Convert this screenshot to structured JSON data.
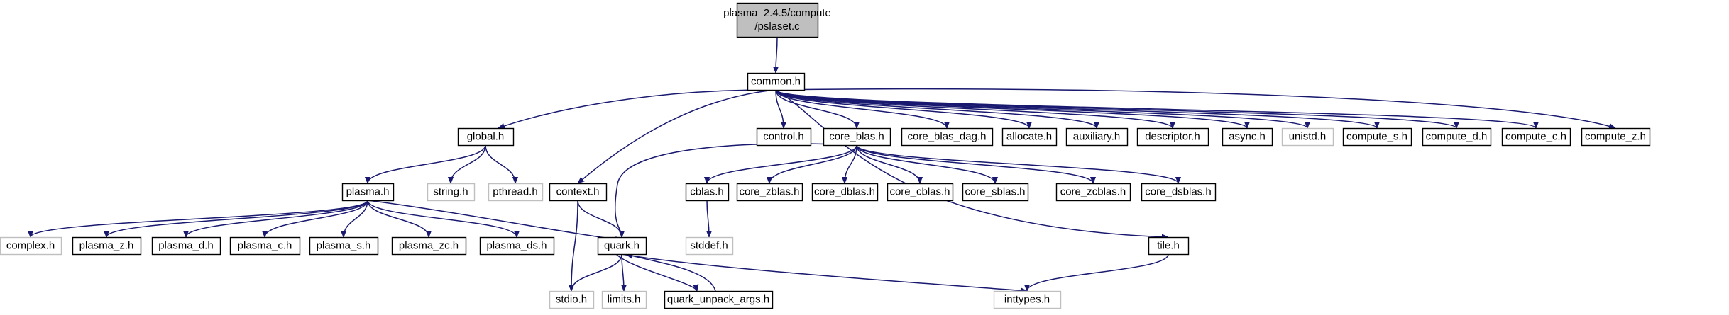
{
  "colors": {
    "edge": "#191970",
    "root_fill": "#bfbfbf",
    "node_border": "#000000",
    "missing_border": "#bfbfbf"
  },
  "nodes": [
    {
      "id": "root",
      "lines": [
        "plasma_2.4.5/compute",
        "/pslaset.c"
      ],
      "kind": "root"
    },
    {
      "id": "common",
      "lines": [
        "common.h"
      ],
      "kind": "normal"
    },
    {
      "id": "global",
      "lines": [
        "global.h"
      ],
      "kind": "normal"
    },
    {
      "id": "control",
      "lines": [
        "control.h"
      ],
      "kind": "normal"
    },
    {
      "id": "core_blas",
      "lines": [
        "core_blas.h"
      ],
      "kind": "normal"
    },
    {
      "id": "core_blas_dag",
      "lines": [
        "core_blas_dag.h"
      ],
      "kind": "normal"
    },
    {
      "id": "allocate",
      "lines": [
        "allocate.h"
      ],
      "kind": "normal"
    },
    {
      "id": "auxiliary",
      "lines": [
        "auxiliary.h"
      ],
      "kind": "normal"
    },
    {
      "id": "descriptor",
      "lines": [
        "descriptor.h"
      ],
      "kind": "normal"
    },
    {
      "id": "async",
      "lines": [
        "async.h"
      ],
      "kind": "normal"
    },
    {
      "id": "unistd",
      "lines": [
        "unistd.h"
      ],
      "kind": "missing"
    },
    {
      "id": "compute_s",
      "lines": [
        "compute_s.h"
      ],
      "kind": "normal"
    },
    {
      "id": "compute_d",
      "lines": [
        "compute_d.h"
      ],
      "kind": "normal"
    },
    {
      "id": "compute_c",
      "lines": [
        "compute_c.h"
      ],
      "kind": "normal"
    },
    {
      "id": "compute_z",
      "lines": [
        "compute_z.h"
      ],
      "kind": "normal"
    },
    {
      "id": "plasma",
      "lines": [
        "plasma.h"
      ],
      "kind": "normal"
    },
    {
      "id": "string",
      "lines": [
        "string.h"
      ],
      "kind": "missing"
    },
    {
      "id": "pthread",
      "lines": [
        "pthread.h"
      ],
      "kind": "missing"
    },
    {
      "id": "context",
      "lines": [
        "context.h"
      ],
      "kind": "normal"
    },
    {
      "id": "cblas",
      "lines": [
        "cblas.h"
      ],
      "kind": "normal"
    },
    {
      "id": "core_zblas",
      "lines": [
        "core_zblas.h"
      ],
      "kind": "normal"
    },
    {
      "id": "core_dblas",
      "lines": [
        "core_dblas.h"
      ],
      "kind": "normal"
    },
    {
      "id": "core_cblas",
      "lines": [
        "core_cblas.h"
      ],
      "kind": "normal"
    },
    {
      "id": "core_sblas",
      "lines": [
        "core_sblas.h"
      ],
      "kind": "normal"
    },
    {
      "id": "core_zcblas",
      "lines": [
        "core_zcblas.h"
      ],
      "kind": "normal"
    },
    {
      "id": "core_dsblas",
      "lines": [
        "core_dsblas.h"
      ],
      "kind": "normal"
    },
    {
      "id": "stddef",
      "lines": [
        "stddef.h"
      ],
      "kind": "missing"
    },
    {
      "id": "complex",
      "lines": [
        "complex.h"
      ],
      "kind": "missing"
    },
    {
      "id": "plasma_z",
      "lines": [
        "plasma_z.h"
      ],
      "kind": "normal"
    },
    {
      "id": "plasma_d",
      "lines": [
        "plasma_d.h"
      ],
      "kind": "normal"
    },
    {
      "id": "plasma_c",
      "lines": [
        "plasma_c.h"
      ],
      "kind": "normal"
    },
    {
      "id": "plasma_s",
      "lines": [
        "plasma_s.h"
      ],
      "kind": "normal"
    },
    {
      "id": "plasma_zc",
      "lines": [
        "plasma_zc.h"
      ],
      "kind": "normal"
    },
    {
      "id": "plasma_ds",
      "lines": [
        "plasma_ds.h"
      ],
      "kind": "normal"
    },
    {
      "id": "quark",
      "lines": [
        "quark.h"
      ],
      "kind": "normal"
    },
    {
      "id": "tile",
      "lines": [
        "tile.h"
      ],
      "kind": "normal"
    },
    {
      "id": "stdio",
      "lines": [
        "stdio.h"
      ],
      "kind": "missing"
    },
    {
      "id": "limits",
      "lines": [
        "limits.h"
      ],
      "kind": "missing"
    },
    {
      "id": "quark_unpack_args",
      "lines": [
        "quark_unpack_args.h"
      ],
      "kind": "normal"
    },
    {
      "id": "inttypes",
      "lines": [
        "inttypes.h"
      ],
      "kind": "missing"
    }
  ],
  "edges": [
    {
      "from": "root",
      "to": "common"
    },
    {
      "from": "common",
      "to": "global"
    },
    {
      "from": "common",
      "to": "control"
    },
    {
      "from": "common",
      "to": "core_blas"
    },
    {
      "from": "common",
      "to": "core_blas_dag"
    },
    {
      "from": "common",
      "to": "allocate"
    },
    {
      "from": "common",
      "to": "auxiliary"
    },
    {
      "from": "common",
      "to": "descriptor"
    },
    {
      "from": "common",
      "to": "async"
    },
    {
      "from": "common",
      "to": "unistd"
    },
    {
      "from": "common",
      "to": "compute_s"
    },
    {
      "from": "common",
      "to": "compute_d"
    },
    {
      "from": "common",
      "to": "compute_c"
    },
    {
      "from": "common",
      "to": "compute_z"
    },
    {
      "from": "common",
      "to": "context"
    },
    {
      "from": "common",
      "to": "tile"
    },
    {
      "from": "global",
      "to": "plasma"
    },
    {
      "from": "global",
      "to": "string"
    },
    {
      "from": "global",
      "to": "pthread"
    },
    {
      "from": "plasma",
      "to": "complex"
    },
    {
      "from": "plasma",
      "to": "plasma_z"
    },
    {
      "from": "plasma",
      "to": "plasma_d"
    },
    {
      "from": "plasma",
      "to": "plasma_c"
    },
    {
      "from": "plasma",
      "to": "plasma_s"
    },
    {
      "from": "plasma",
      "to": "plasma_zc"
    },
    {
      "from": "plasma",
      "to": "plasma_ds"
    },
    {
      "from": "plasma",
      "to": "quark"
    },
    {
      "from": "core_blas",
      "to": "cblas"
    },
    {
      "from": "core_blas",
      "to": "core_zblas"
    },
    {
      "from": "core_blas",
      "to": "core_dblas"
    },
    {
      "from": "core_blas",
      "to": "core_cblas"
    },
    {
      "from": "core_blas",
      "to": "core_sblas"
    },
    {
      "from": "core_blas",
      "to": "core_zcblas"
    },
    {
      "from": "core_blas",
      "to": "core_dsblas"
    },
    {
      "from": "core_blas",
      "to": "quark"
    },
    {
      "from": "cblas",
      "to": "stddef"
    },
    {
      "from": "context",
      "to": "quark"
    },
    {
      "from": "context",
      "to": "stdio"
    },
    {
      "from": "quark",
      "to": "stdio"
    },
    {
      "from": "quark",
      "to": "limits"
    },
    {
      "from": "quark",
      "to": "quark_unpack_args"
    },
    {
      "from": "quark",
      "to": "inttypes"
    },
    {
      "from": "quark_unpack_args",
      "to": "quark"
    },
    {
      "from": "tile",
      "to": "inttypes"
    }
  ]
}
